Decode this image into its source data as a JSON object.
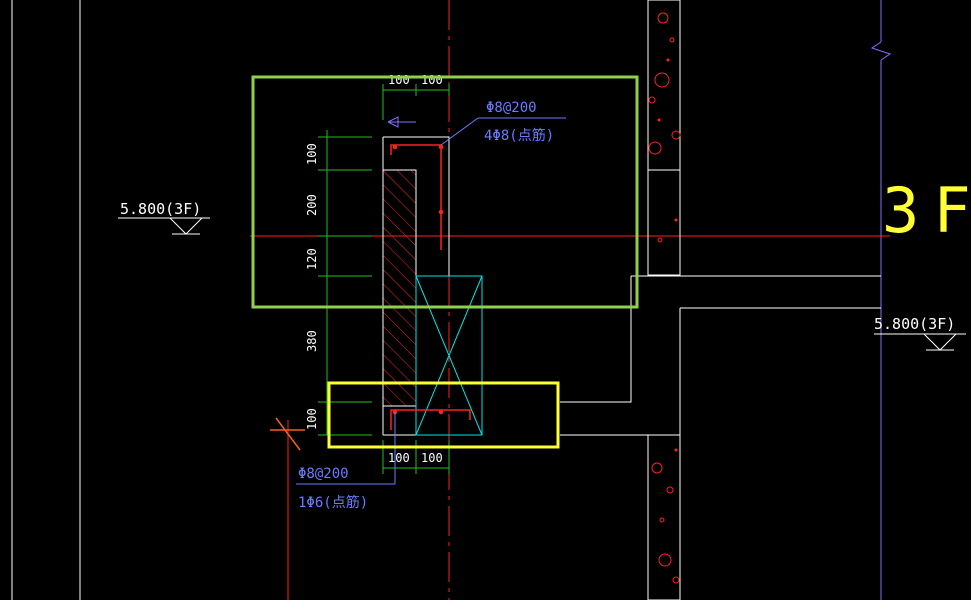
{
  "drawing": {
    "background_color": "#000000",
    "colors": {
      "white": "#ffffff",
      "red": "#ff2020",
      "green_dim": "#1fbf1f",
      "cyan": "#00e5e5",
      "blue": "#6a7cff",
      "yellow": "#ffff33",
      "lime": "#8fd14f",
      "purple": "#8a6cff",
      "orange": "#ff5a1f"
    },
    "dimensions": {
      "top_left": "100",
      "top_right": "100",
      "bottom_left": "100",
      "bottom_right": "100",
      "v1": "100",
      "v2": "200",
      "v3": "120",
      "v4": "380",
      "v5": "100"
    },
    "rebar_notes": {
      "top_line1": "Φ8@200",
      "top_line2": "4Φ8(点筋)",
      "bottom_line1": "Φ8@200",
      "bottom_line2": "1Φ6(点筋)"
    },
    "levels": {
      "left_label": "5.800(3F)",
      "right_label": "5.800(3F)"
    },
    "floor_label": "3F",
    "highlights": [
      {
        "name": "green-highlight-box",
        "color": "#8fd14f"
      },
      {
        "name": "yellow-highlight-box",
        "color": "#ffff33"
      }
    ]
  }
}
